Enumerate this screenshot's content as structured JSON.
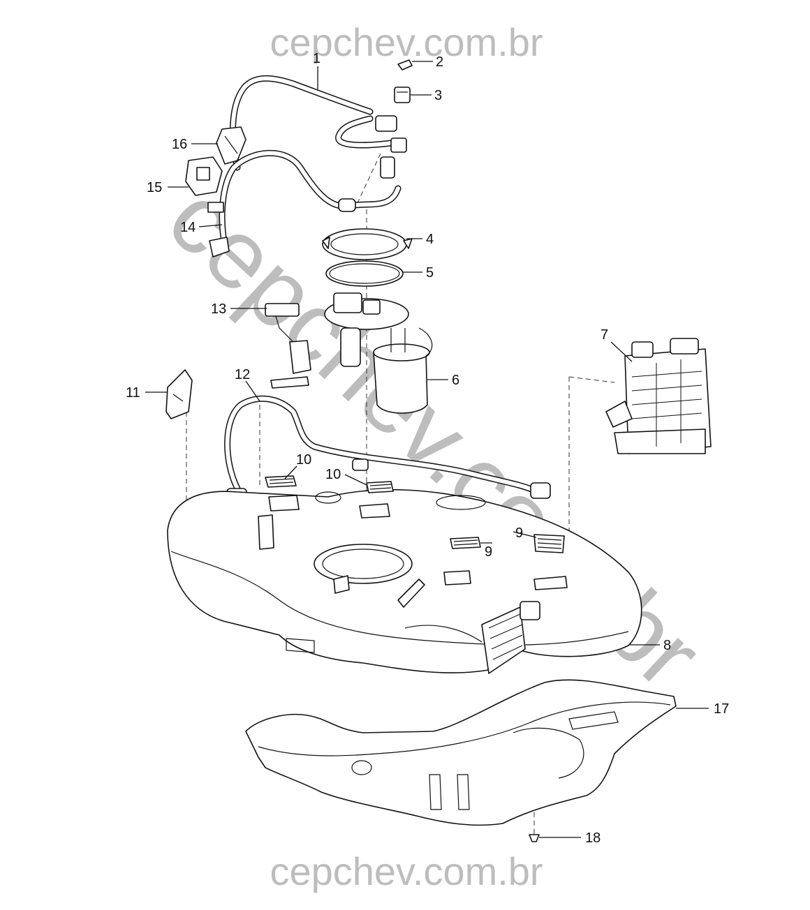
{
  "watermark": {
    "top": "cepchev.com.br",
    "bottom": "cepchev.com.br",
    "diagonal": "cepchev.com.br",
    "color": "#bdbdbd"
  },
  "callouts": [
    {
      "id": "1",
      "label": "1"
    },
    {
      "id": "2",
      "label": "2"
    },
    {
      "id": "3",
      "label": "3"
    },
    {
      "id": "4",
      "label": "4"
    },
    {
      "id": "5",
      "label": "5"
    },
    {
      "id": "6",
      "label": "6"
    },
    {
      "id": "7",
      "label": "7"
    },
    {
      "id": "8",
      "label": "8"
    },
    {
      "id": "9a",
      "label": "9"
    },
    {
      "id": "9b",
      "label": "9"
    },
    {
      "id": "10a",
      "label": "10"
    },
    {
      "id": "10b",
      "label": "10"
    },
    {
      "id": "11",
      "label": "11"
    },
    {
      "id": "12",
      "label": "12"
    },
    {
      "id": "13",
      "label": "13"
    },
    {
      "id": "14",
      "label": "14"
    },
    {
      "id": "15",
      "label": "15"
    },
    {
      "id": "16",
      "label": "16"
    },
    {
      "id": "17",
      "label": "17"
    },
    {
      "id": "18",
      "label": "18"
    }
  ]
}
